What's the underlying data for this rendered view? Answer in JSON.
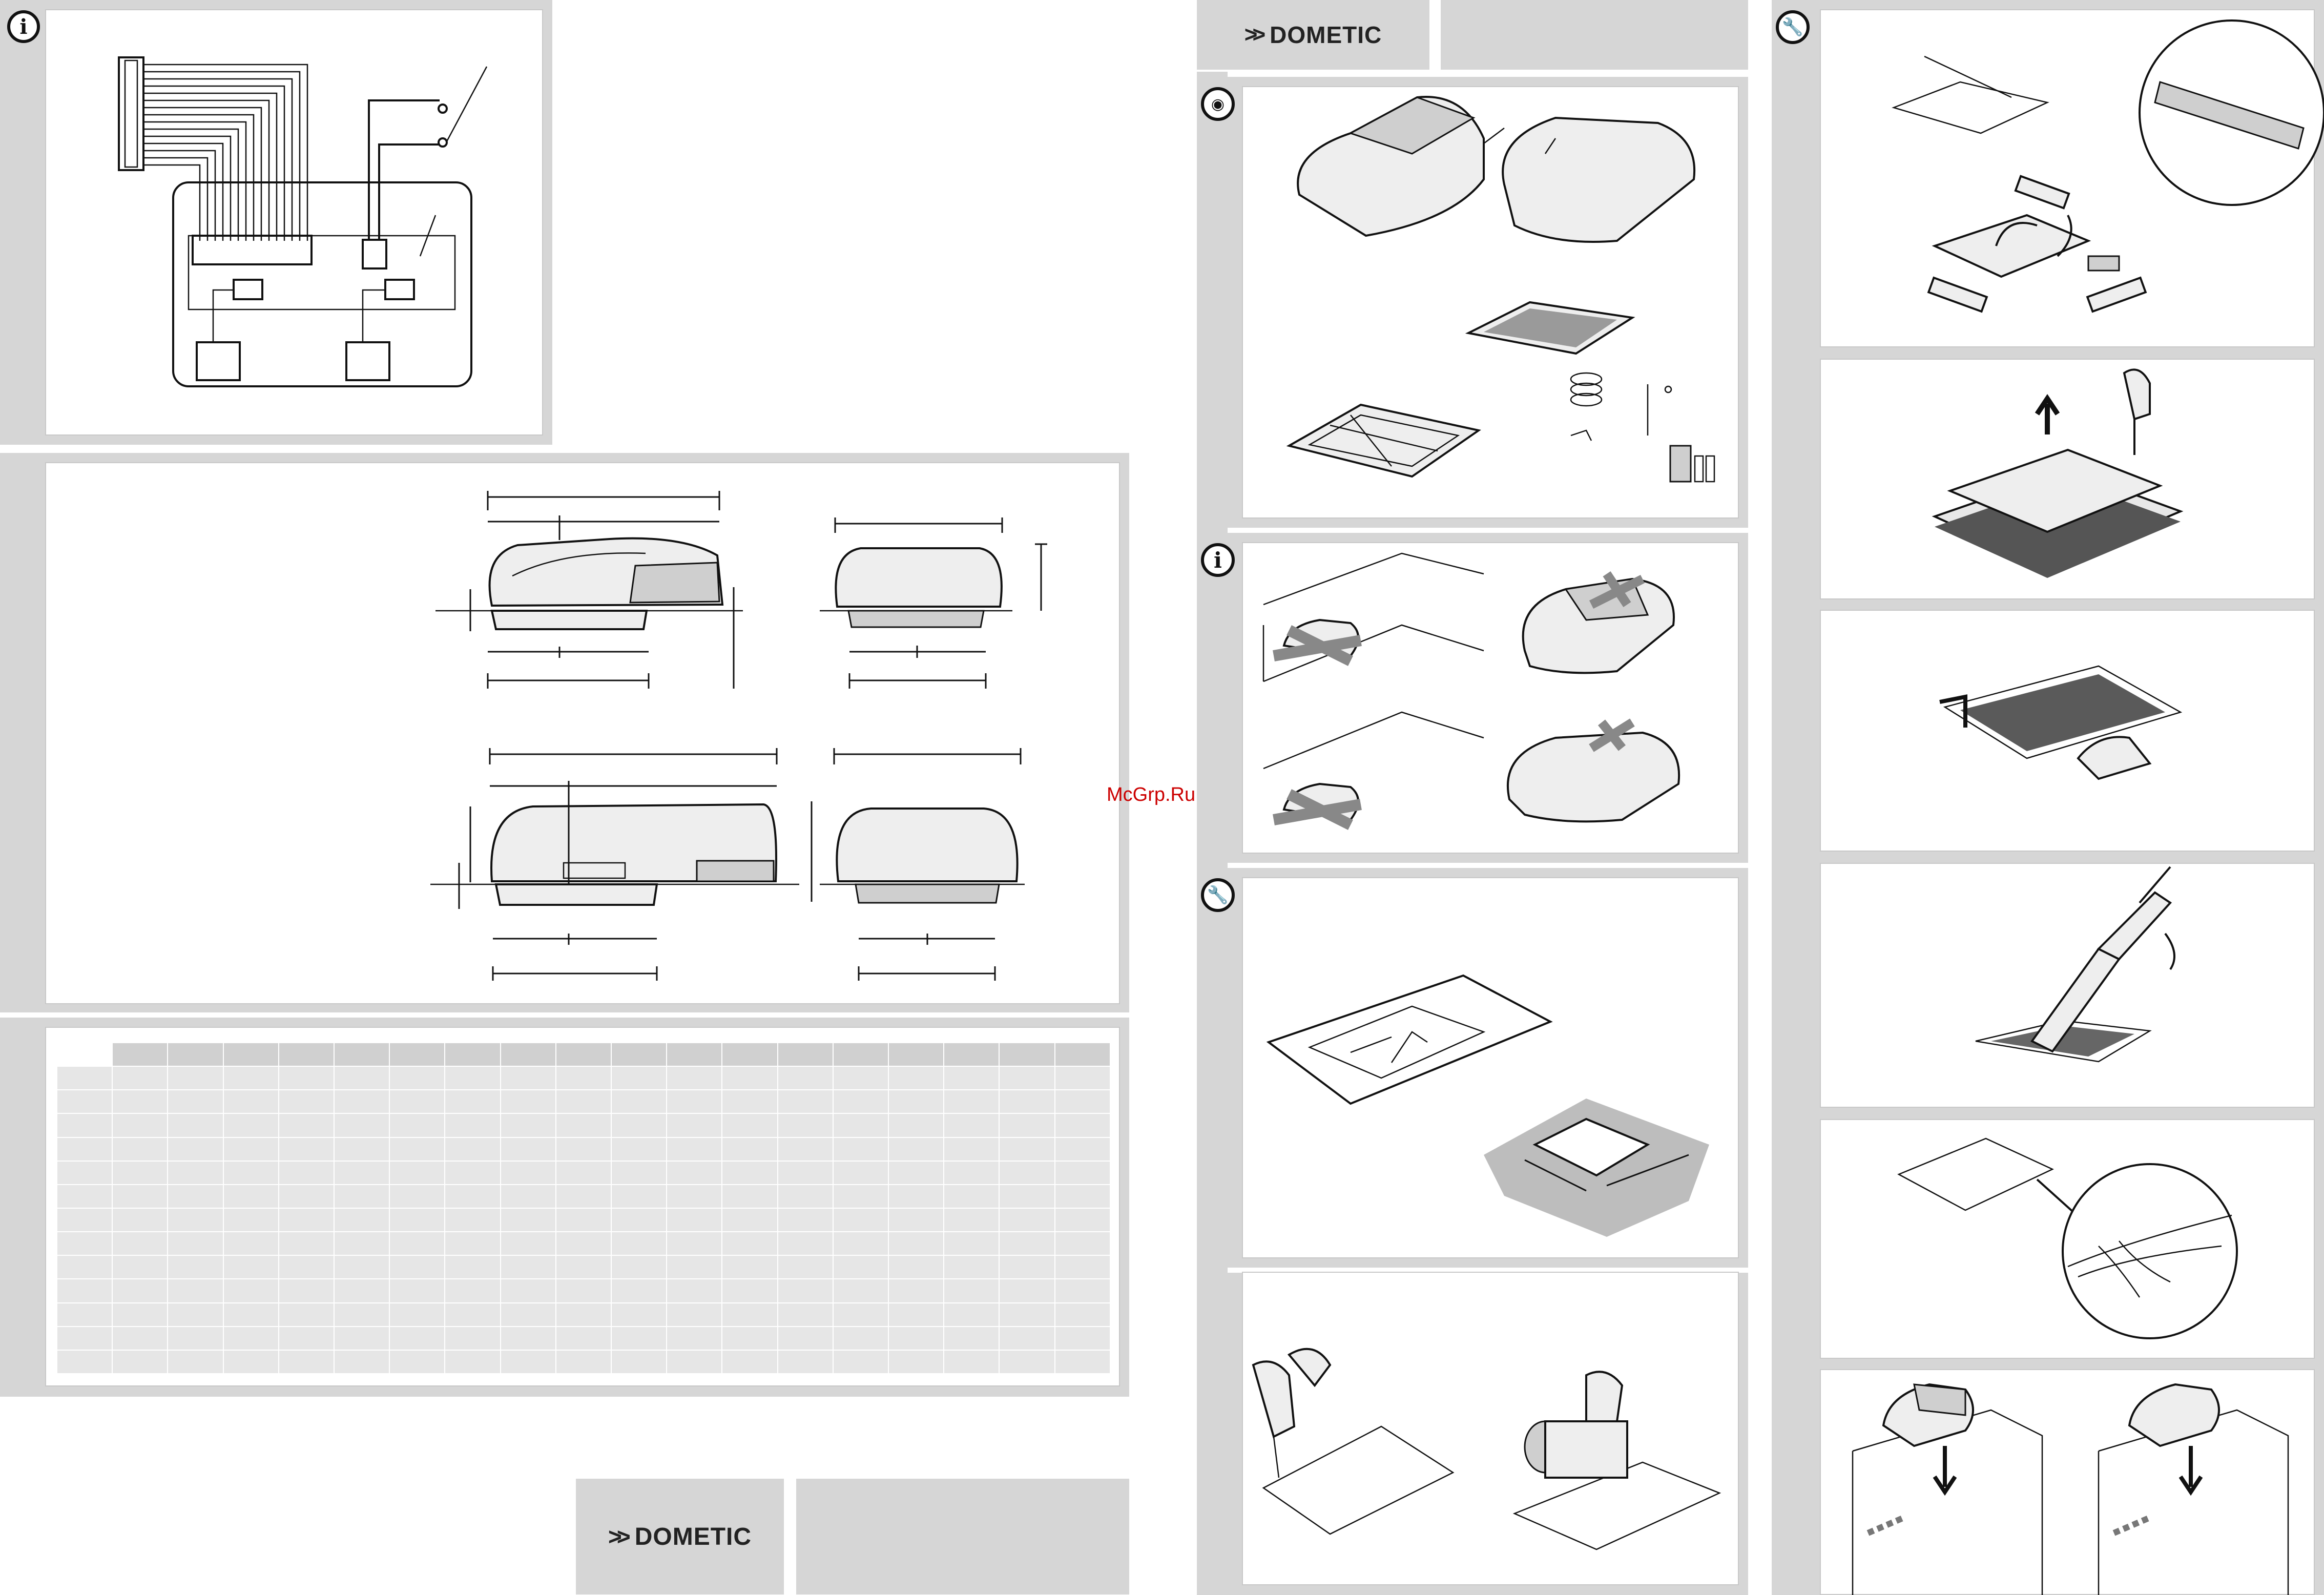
{
  "brand": {
    "logo_text": "DOMETIC",
    "logo_mark": "dometic-chevron-icon"
  },
  "watermark": "McGrp.Ru",
  "section_icons": {
    "info": "info-icon",
    "view": "eye-icon",
    "tool": "wrench-icon"
  },
  "spec_table": {
    "column_count": 19,
    "row_count": 14
  },
  "colors": {
    "panel_gray": "#d6d6d6",
    "table_header": "#d0d0d0",
    "table_row": "#e6e6e6",
    "ink": "#111111",
    "watermark": "#cc0000"
  }
}
